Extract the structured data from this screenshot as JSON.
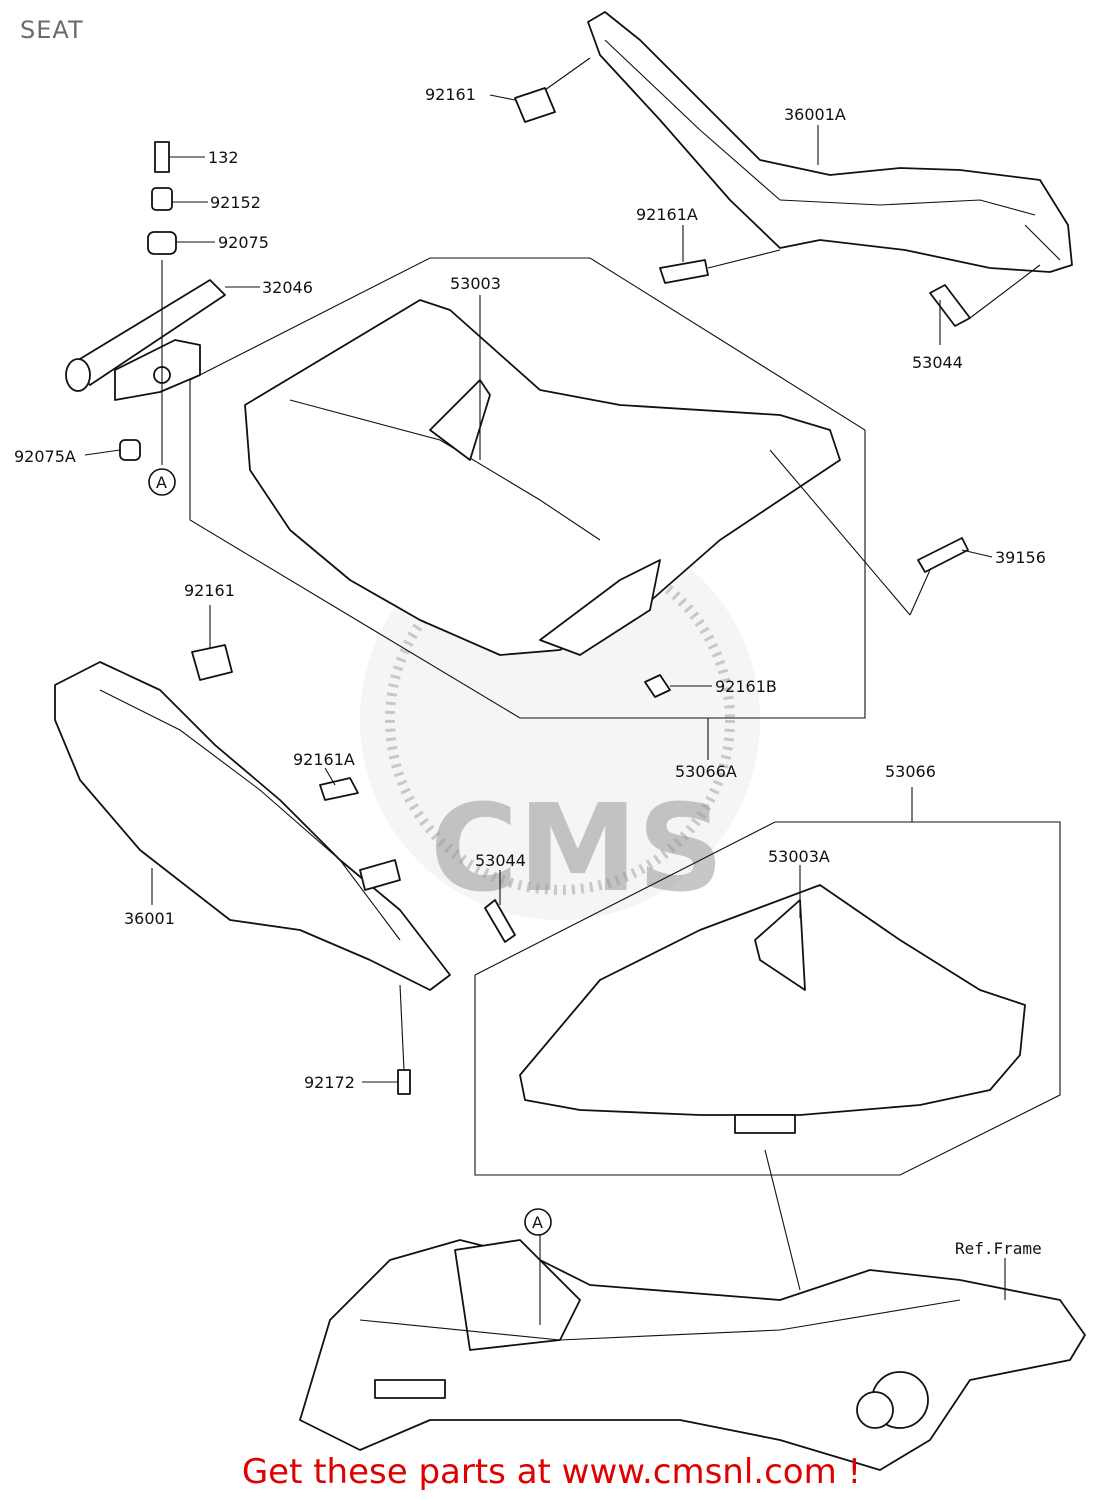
{
  "page": {
    "title": "SEAT"
  },
  "parts": {
    "p92161_top": "92161",
    "p36001A": "36001A",
    "p132": "132",
    "p92152": "92152",
    "p92075": "92075",
    "p32046": "32046",
    "p92161A_top": "92161A",
    "p53003": "53003",
    "p53044_top": "53044",
    "p92075A": "92075A",
    "pA_left": "A",
    "p39156": "39156",
    "p92161_left": "92161",
    "p92161B": "92161B",
    "p53066A": "53066A",
    "p92161A_left": "92161A",
    "p53066": "53066",
    "p53044_mid": "53044",
    "p53003A": "53003A",
    "p36001": "36001",
    "p92172": "92172",
    "pA_frame": "A",
    "ref_frame": "Ref.Frame"
  },
  "watermark": {
    "text": "CMS"
  },
  "footer": {
    "promo": "Get these parts at www.cmsnl.com !"
  },
  "colors": {
    "promo": "#e00000",
    "line": "#111111",
    "watermark": "#9a9a9a"
  }
}
